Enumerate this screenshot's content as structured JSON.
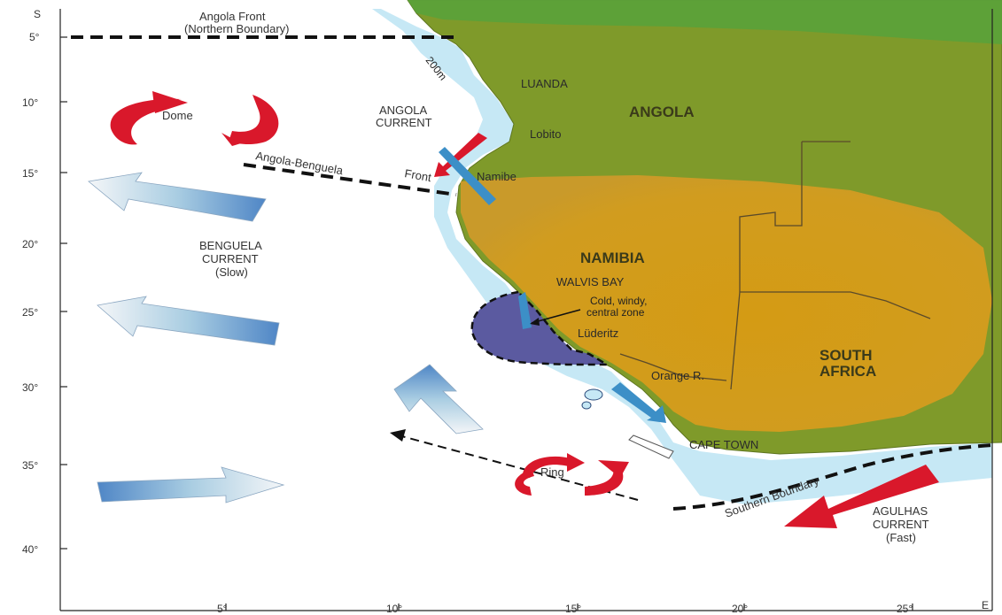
{
  "axes": {
    "lat_unit": "S",
    "lon_unit": "E",
    "lat_ticks": [
      "5°",
      "10°",
      "15°",
      "20°",
      "25°",
      "30°",
      "35°",
      "40°"
    ],
    "lon_ticks": [
      "5°",
      "10°",
      "15°",
      "20°",
      "25°"
    ]
  },
  "countries": {
    "angola": "ANGOLA",
    "namibia": "NAMIBIA",
    "south_africa_1": "SOUTH",
    "south_africa_2": "AFRICA"
  },
  "cities": {
    "luanda": "LUANDA",
    "lobito": "Lobito",
    "namibe": "Namibe",
    "walvis_bay": "WALVIS BAY",
    "luderitz": "Lüderitz",
    "orange_river": "Orange R.",
    "cape_town": "CAPE TOWN"
  },
  "features": {
    "angola_front_1": "Angola Front",
    "angola_front_2": "(Northern Boundary)",
    "isobath": "200m",
    "angola_current_1": "ANGOLA",
    "angola_current_2": "CURRENT",
    "ab_front_1": "Angola-Benguela",
    "ab_front_2": "Front",
    "dome": "Dome",
    "benguela_1": "BENGUELA",
    "benguela_2": "CURRENT",
    "benguela_3": "(Slow)",
    "central_zone_1": "Cold, windy,",
    "central_zone_2": "central zone",
    "ring": "Ring",
    "southern_boundary": "Southern Boundary",
    "agulhas_1": "AGULHAS",
    "agulhas_2": "CURRENT",
    "agulhas_3": "(Fast)"
  },
  "colors": {
    "land_green": "#7f9a2a",
    "land_north_green": "#5aa23a",
    "namibia_orange": "#cf9a1c",
    "shelf_blue": "#c6e8f5",
    "central_zone": "#5b5aa0",
    "warm_arrow": "#d9182b",
    "cool_arrow": "#4f86c6"
  }
}
